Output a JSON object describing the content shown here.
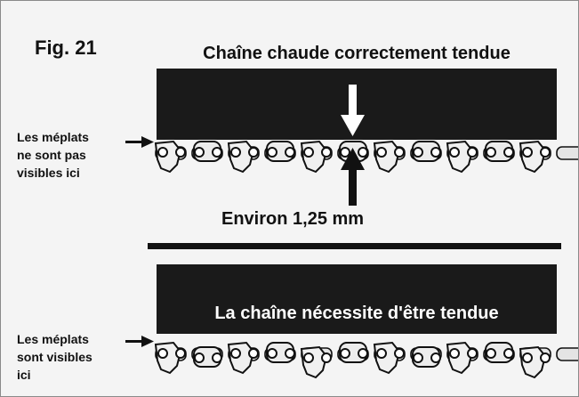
{
  "figure": {
    "label": "Fig. 21",
    "top_title": "Chaîne chaude correctement tendue",
    "bottom_title": "La chaîne nécessite d'être tendue",
    "measurement": "Environ 1,25 mm",
    "top_side_label": [
      "Les méplats",
      "ne sont pas",
      "visibles ici"
    ],
    "bottom_side_label": [
      "Les méplats",
      "sont visibles",
      "ici"
    ]
  },
  "colors": {
    "bar": "#1a1a1a",
    "ink": "#111111",
    "background": "#f4f4f4"
  }
}
